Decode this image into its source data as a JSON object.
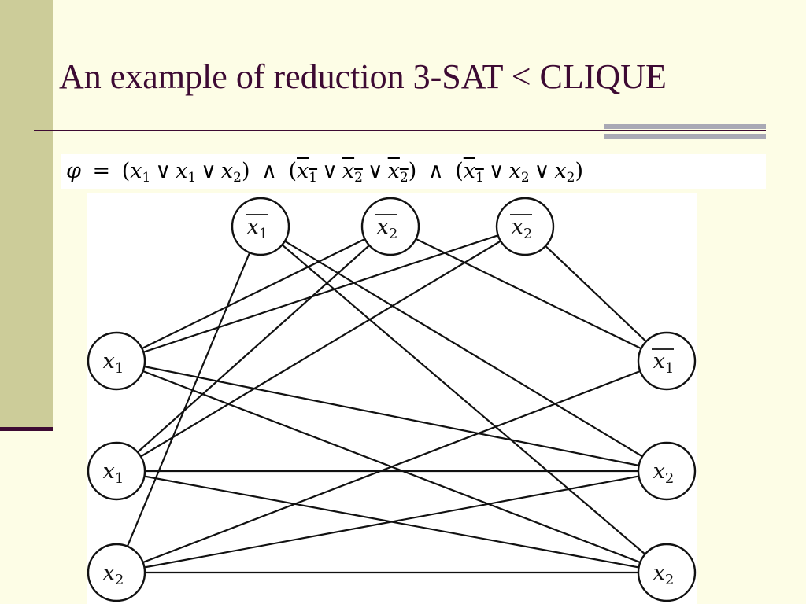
{
  "slide": {
    "title": "An example of reduction 3-SAT < CLIQUE"
  },
  "formula": {
    "phi": "φ",
    "equals": "=",
    "and": "∧",
    "or": "∨",
    "clauses": [
      [
        {
          "var": "x",
          "idx": "1",
          "neg": false
        },
        {
          "var": "x",
          "idx": "1",
          "neg": false
        },
        {
          "var": "x",
          "idx": "2",
          "neg": false
        }
      ],
      [
        {
          "var": "x",
          "idx": "1",
          "neg": true
        },
        {
          "var": "x",
          "idx": "2",
          "neg": true
        },
        {
          "var": "x",
          "idx": "2",
          "neg": true
        }
      ],
      [
        {
          "var": "x",
          "idx": "1",
          "neg": true
        },
        {
          "var": "x",
          "idx": "2",
          "neg": false
        },
        {
          "var": "x",
          "idx": "2",
          "neg": false
        }
      ]
    ]
  },
  "graph": {
    "nodes": [
      {
        "id": "t1",
        "var": "x",
        "idx": "1",
        "neg": true
      },
      {
        "id": "t2",
        "var": "x",
        "idx": "2",
        "neg": true
      },
      {
        "id": "t3",
        "var": "x",
        "idx": "2",
        "neg": true
      },
      {
        "id": "l1",
        "var": "x",
        "idx": "1",
        "neg": false
      },
      {
        "id": "l2",
        "var": "x",
        "idx": "1",
        "neg": false
      },
      {
        "id": "l3",
        "var": "x",
        "idx": "2",
        "neg": false
      },
      {
        "id": "r1",
        "var": "x",
        "idx": "1",
        "neg": true
      },
      {
        "id": "r2",
        "var": "x",
        "idx": "2",
        "neg": false
      },
      {
        "id": "r3",
        "var": "x",
        "idx": "2",
        "neg": false
      }
    ],
    "edges": [
      [
        "t1",
        "r2"
      ],
      [
        "t1",
        "r3"
      ],
      [
        "t1",
        "l3"
      ],
      [
        "t2",
        "l1"
      ],
      [
        "t2",
        "l2"
      ],
      [
        "t2",
        "r1"
      ],
      [
        "t3",
        "l1"
      ],
      [
        "t3",
        "l2"
      ],
      [
        "t3",
        "r1"
      ],
      [
        "l1",
        "r2"
      ],
      [
        "l1",
        "r3"
      ],
      [
        "l2",
        "r2"
      ],
      [
        "l2",
        "r3"
      ],
      [
        "l3",
        "r1"
      ],
      [
        "l3",
        "r2"
      ],
      [
        "l3",
        "r3"
      ]
    ]
  }
}
